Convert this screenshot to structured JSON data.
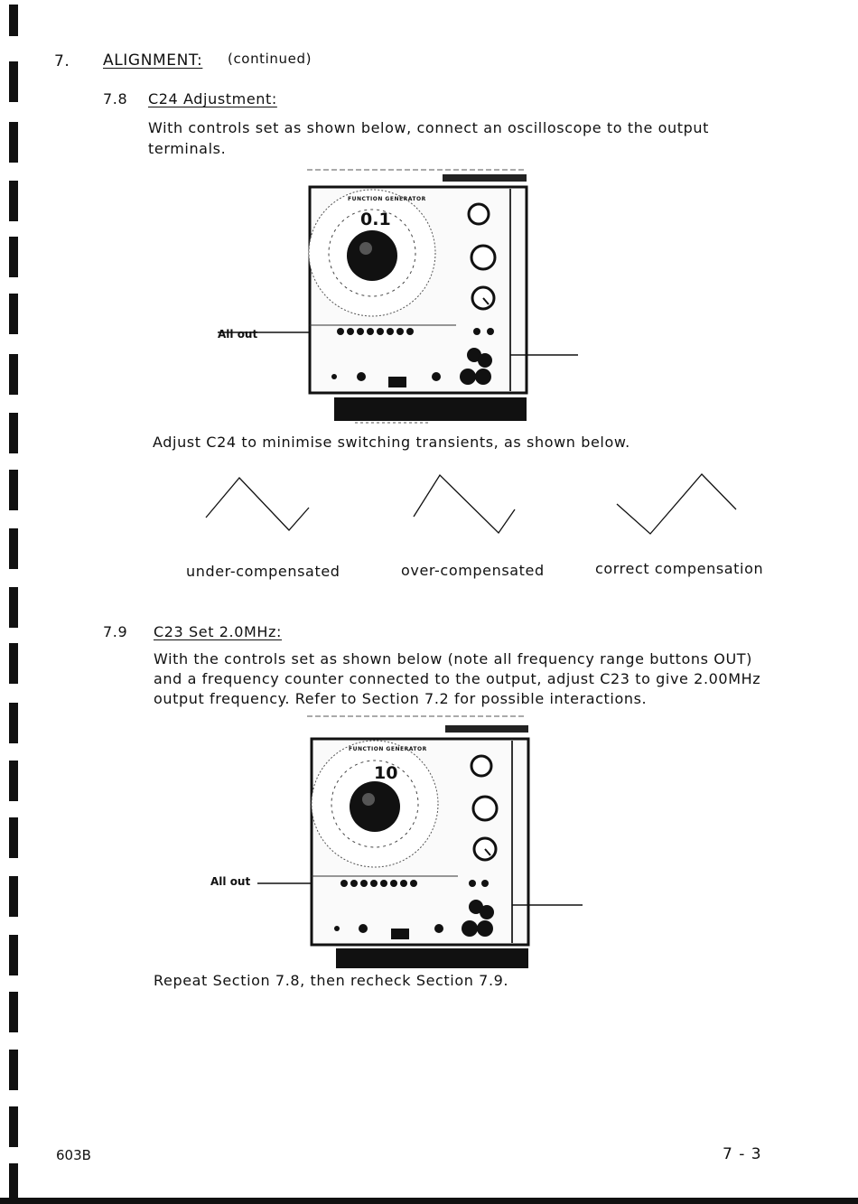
{
  "section": {
    "number": "7.",
    "title": "ALIGNMENT:",
    "cont": "(continued)"
  },
  "s78": {
    "number": "7.8",
    "title": "C24 Adjustment:",
    "para1": "With controls set as shown below, connect an oscilloscope to the output",
    "para2": "terminals.",
    "adjust": "Adjust C24 to minimise switching transients, as shown below."
  },
  "photo1": {
    "callout": "All out",
    "panel_title": "FUNCTION GENERATOR",
    "dial_value": "0.1"
  },
  "waves": {
    "a": "under-compensated",
    "b": "over-compensated",
    "c": "correct compensation"
  },
  "s79": {
    "number": "7.9",
    "title": "C23 Set 2.0MHz:",
    "line1": "With the controls set as shown below (note all frequency range buttons OUT)",
    "line2": "and a frequency counter connected to the output, adjust C23 to give 2.00MHz",
    "line3": "output frequency.   Refer to Section 7.2 for possible interactions."
  },
  "photo2": {
    "callout": "All out",
    "panel_title": "FUNCTION GENERATOR",
    "dial_value": "10"
  },
  "repeat": "Repeat Section 7.8, then recheck Section 7.9.",
  "footer": {
    "model": "603B",
    "page": "7 - 3"
  }
}
